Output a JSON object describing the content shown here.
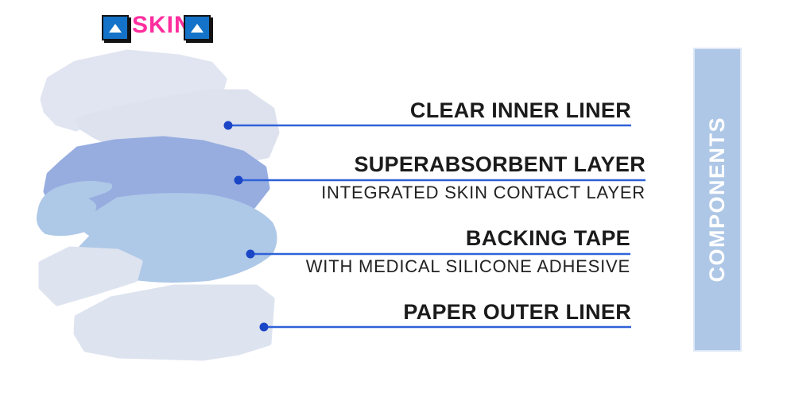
{
  "skin_header": {
    "text": "SKIN",
    "arrow_icon": "up-arrow",
    "text_color": "#ff2e9e",
    "box_color": "#1473c8"
  },
  "layers": [
    {
      "title": "CLEAR INNER LINER",
      "subtitle": ""
    },
    {
      "title": "SUPERABSORBENT LAYER",
      "subtitle": "INTEGRATED SKIN CONTACT LAYER"
    },
    {
      "title": "BACKING TAPE",
      "subtitle": "WITH MEDICAL SILICONE ADHESIVE"
    },
    {
      "title": "PAPER OUTER LINER",
      "subtitle": ""
    }
  ],
  "components_bar": {
    "label": "COMPONENTS",
    "bg": "#aec7e6",
    "text_color": "#ffffff"
  },
  "colors": {
    "blob_liner_top_back": "#e1e5f1",
    "blob_liner_top_front": "#dde2ee",
    "blob_superabsorbent": "#97ade0",
    "blob_backing_tape": "#aec8e7",
    "blob_outer_liner": "#dde3ef",
    "leader_line": "#2f62d8",
    "leader_dot": "#1b46c6",
    "title_text": "#1b1b1b"
  }
}
